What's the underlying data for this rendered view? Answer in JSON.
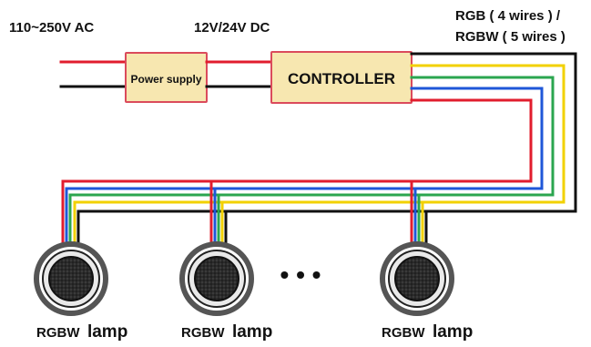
{
  "labels": {
    "ac_input": "110~250V  AC",
    "dc_input": "12V/24V  DC",
    "rgb_note_line1": "RGB ( 4 wires ) /",
    "rgb_note_line2": "RGBW ( 5 wires )",
    "power_supply": "Power supply",
    "controller": "CONTROLLER",
    "ellipsis": "• • •"
  },
  "lamps": [
    {
      "prefix": "RGBW",
      "word": "lamp"
    },
    {
      "prefix": "RGBW",
      "word": "lamp"
    },
    {
      "prefix": "RGBW",
      "word": "lamp"
    }
  ],
  "colors": {
    "wire_red": "#e11d2e",
    "wire_black": "#111111",
    "wire_yellow": "#f2d100",
    "wire_blue": "#1f57d8",
    "wire_green": "#2ba64f",
    "box_fill": "#f7e7b0",
    "box_border": "#db4b5c",
    "lamp_ring_outer": "#555555",
    "lamp_ring_inner": "#e9e9e9",
    "lamp_grid": "#1a1a1a"
  }
}
